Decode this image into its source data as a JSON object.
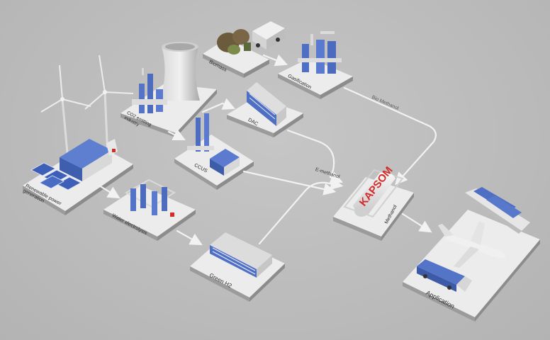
{
  "colors": {
    "background": "#bdbdbd",
    "platform": "#eeeeee",
    "platform_side": "#9a9a9a",
    "equipment_blue": "#4f6fc4",
    "equipment_light": "#e6e6e6",
    "arrow": "#f2f2f2",
    "brand_red": "#d42b2b"
  },
  "nodes": {
    "renewable": "Renewable power generation",
    "co2_industry": "CO2 emitting industry",
    "biomass": "Biomass",
    "gasification": "Gasification",
    "dac": "DAC",
    "ccus": "CCUS",
    "electrolysis": "Water electrolysis",
    "green_h2": "Green H2",
    "methanol": "Methanol",
    "application": "Application"
  },
  "flows": {
    "bio_methanol": "Bio Methanol",
    "e_methanol": "E-methanol"
  },
  "brand": "KAPSOM",
  "icons": [
    "wind-turbine-icon",
    "solar-panel-icon",
    "cooling-tower-icon",
    "truck-icon",
    "ship-icon",
    "airplane-icon",
    "tanker-truck-icon"
  ]
}
